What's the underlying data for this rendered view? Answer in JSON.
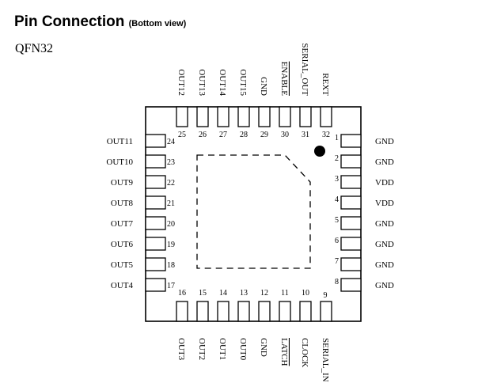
{
  "title": "Pin Connection",
  "view_note": "(Bottom view)",
  "package": "QFN32",
  "pins": [
    {
      "num": "1",
      "name": "GND"
    },
    {
      "num": "2",
      "name": "GND"
    },
    {
      "num": "3",
      "name": "VDD"
    },
    {
      "num": "4",
      "name": "VDD"
    },
    {
      "num": "5",
      "name": "GND"
    },
    {
      "num": "6",
      "name": "GND"
    },
    {
      "num": "7",
      "name": "GND"
    },
    {
      "num": "8",
      "name": "GND"
    },
    {
      "num": "9",
      "name": "SERIAL_IN"
    },
    {
      "num": "10",
      "name": "CLOCK"
    },
    {
      "num": "11",
      "name": "LATCH",
      "overline": true
    },
    {
      "num": "12",
      "name": "GND"
    },
    {
      "num": "13",
      "name": "OUT0"
    },
    {
      "num": "14",
      "name": "OUT1"
    },
    {
      "num": "15",
      "name": "OUT2"
    },
    {
      "num": "16",
      "name": "OUT3"
    },
    {
      "num": "17",
      "name": "OUT4"
    },
    {
      "num": "18",
      "name": "OUT5"
    },
    {
      "num": "19",
      "name": "OUT6"
    },
    {
      "num": "20",
      "name": "OUT7"
    },
    {
      "num": "21",
      "name": "OUT8"
    },
    {
      "num": "22",
      "name": "OUT9"
    },
    {
      "num": "23",
      "name": "OUT10"
    },
    {
      "num": "24",
      "name": "OUT11"
    },
    {
      "num": "25",
      "name": "OUT12"
    },
    {
      "num": "26",
      "name": "OUT13"
    },
    {
      "num": "27",
      "name": "OUT14"
    },
    {
      "num": "28",
      "name": "OUT15"
    },
    {
      "num": "29",
      "name": "GND"
    },
    {
      "num": "30",
      "name": "ENABLE",
      "overline": true
    },
    {
      "num": "31",
      "name": "SERIAL_OUT"
    },
    {
      "num": "32",
      "name": "REXT"
    }
  ]
}
